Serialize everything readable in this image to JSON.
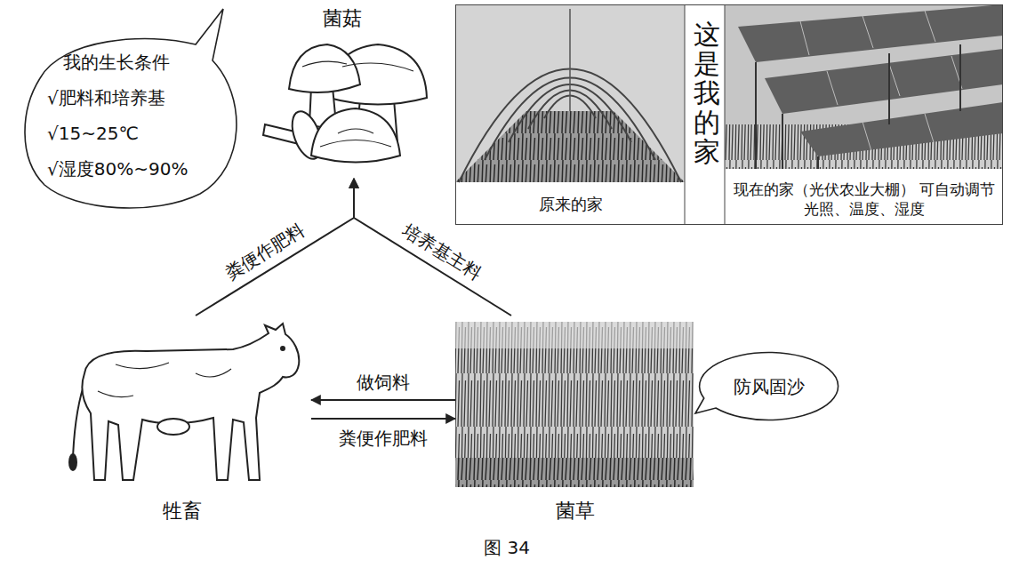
{
  "diagram": {
    "caption": "图 34",
    "nodes": [
      {
        "text": [
          "我的生长条件",
          "√肥料和培养基",
          "√15~25℃",
          "√湿度80%~90%"
        ]
      },
      {
        "text": [
          "菌菇"
        ]
      },
      {
        "text": [
          "这是我的家"
        ]
      },
      {
        "text": [
          "原来的家"
        ],
        "in": 2
      },
      {
        "text": [
          "现在的家（光伏农业大棚） 可自动调节光照、温度、湿度"
        ],
        "in": 2
      },
      {
        "text": [
          "牲畜"
        ]
      },
      {
        "text": [
          "菌草"
        ]
      },
      {
        "text": [
          "防风固沙"
        ]
      }
    ],
    "edges": [
      {
        "from": 5,
        "to": 1,
        "label": "粪便作肥料",
        "arrow": "to"
      },
      {
        "from": 6,
        "to": 1,
        "label": "培养基主料",
        "arrow": "to"
      },
      {
        "from": 6,
        "to": 5,
        "label": "做饲料",
        "arrow": "to"
      },
      {
        "from": 5,
        "to": 6,
        "label": "粪便作肥料",
        "arrow": "to"
      }
    ]
  }
}
